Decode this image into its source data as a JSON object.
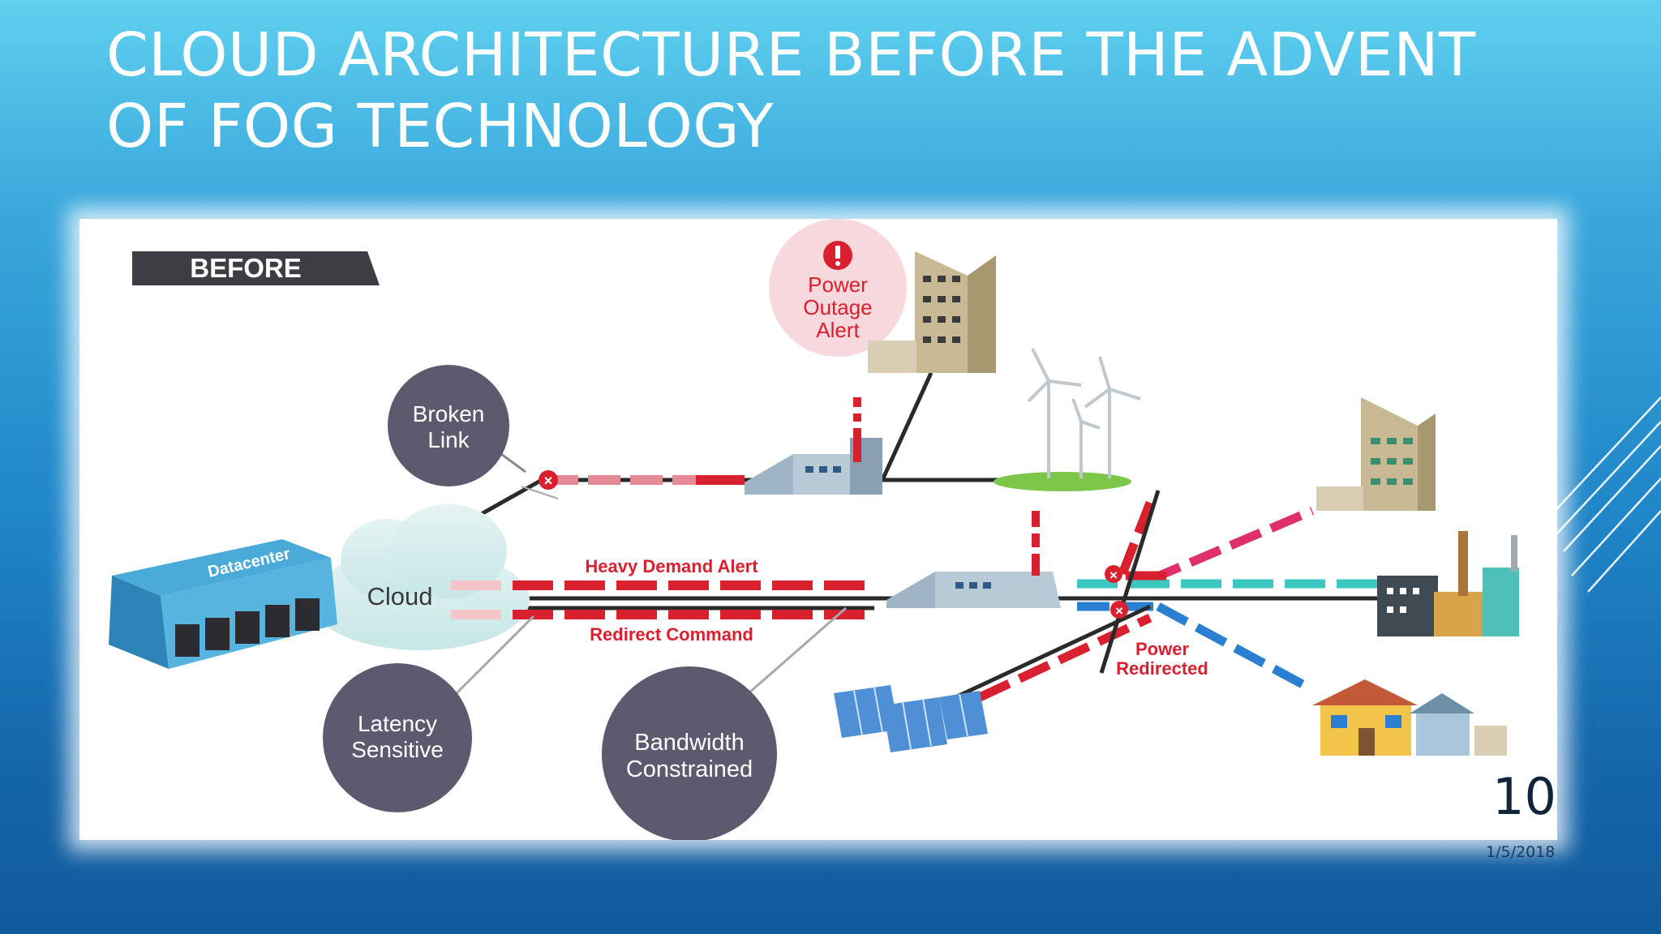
{
  "slide": {
    "title": "CLOUD ARCHITECTURE BEFORE THE ADVENT OF FOG TECHNOLOGY",
    "page_number": "10",
    "date": "1/5/2018"
  },
  "diagram": {
    "tag": "BEFORE",
    "datacenter": "Datacenter",
    "cloud": "Cloud",
    "broken_link": [
      "Broken",
      "Link"
    ],
    "latency": [
      "Latency",
      "Sensitive"
    ],
    "bandwidth": [
      "Bandwidth",
      "Constrained"
    ],
    "power_outage": [
      "Power",
      "Outage",
      "Alert"
    ],
    "heavy_demand": "Heavy Demand Alert",
    "redirect_command": "Redirect Command",
    "power_redirected": [
      "Power",
      "Redirected"
    ]
  },
  "colors": {
    "red": "#d8202e",
    "pink": "#e0306a",
    "teal": "#3cc7c0",
    "blue": "#2a7fd0",
    "bubble": "#5d5a70",
    "bubble_text": "#ffffff",
    "alert_pink": "#f6d8dd"
  }
}
